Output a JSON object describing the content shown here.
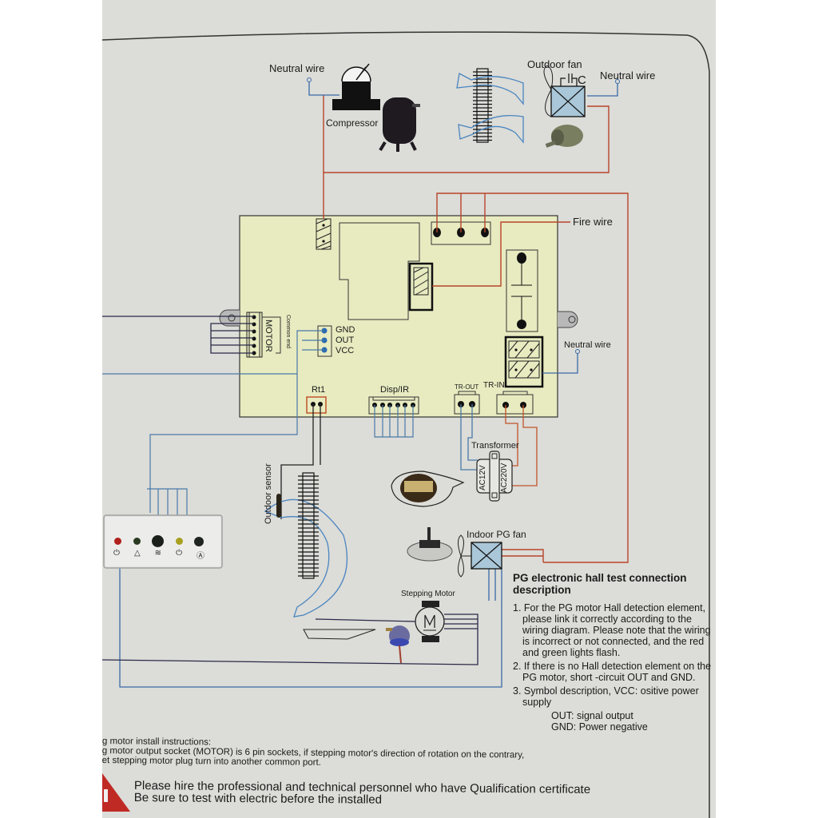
{
  "labels": {
    "neutral_wire_top": "Neutral wire",
    "compressor": "Compressor",
    "outdoor_fan": "Outdoor fan",
    "capacitor_symbol": "C",
    "neutral_wire_right_top": "Neutral wire",
    "fire_wire": "Fire wire",
    "neutral_wire_board": "Neutral wire",
    "motor": "MOTOR",
    "common_end": "Common end",
    "gnd": "GND",
    "out": "OUT",
    "vcc": "VCC",
    "rt1": "Rt1",
    "disp_ir": "Disp/IR",
    "tr_out": "TR-OUT",
    "tr_in": "TR-IN",
    "transformer": "Transformer",
    "ac12v": "AC12V",
    "ac220v": "AC220V",
    "outdoor_sensor": "Outdoor sensor",
    "indoor_pg_fan": "Indoor PG fan",
    "stepping_motor": "Stepping Motor",
    "motor_letter": "M"
  },
  "pg_description": {
    "title": "PG electronic hall test connection description",
    "items": [
      "1. For the PG motor Hall detection element, please link it correctly according to the wiring diagram. Please note that the wiring is incorrect or not connected, and the red and green lights flash.",
      "2. If there is no Hall detection element on the PG motor, short -circuit OUT and GND.",
      "3. Symbol description, VCC: ositive power supply"
    ],
    "sub_items": [
      "OUT: signal output",
      "GND: Power negative"
    ]
  },
  "install_notes": [
    "g motor install instructions:",
    "g motor output socket (MOTOR) is 6 pin sockets, if stepping motor's direction of rotation on the contrary,",
    "et stepping motor plug turn into another common port."
  ],
  "warning": [
    "Please hire the professional and technical personnel who have Qualification certificate",
    "Be sure to test with electric before the installed"
  ],
  "display_panel": {
    "leds": [
      {
        "name": "power",
        "color": "#b0201c"
      },
      {
        "name": "sleep",
        "color": "#2a3a20"
      },
      {
        "name": "wifi",
        "color": "#1a1f1a"
      },
      {
        "name": "timer",
        "color": "#a8a020"
      },
      {
        "name": "auto",
        "color": "#1f241f"
      }
    ],
    "icons": [
      "power-icon",
      "sleep-icon",
      "wifi-icon",
      "timer-icon",
      "auto-icon"
    ]
  },
  "colors": {
    "board": "#e8ebc0",
    "live_wire": "#b8442a",
    "neutral_wire": "#3a6aa8",
    "signal_wire": "#2a2a4a",
    "airflow": "#4a86c0",
    "fan_box": "#a9c7d8"
  }
}
